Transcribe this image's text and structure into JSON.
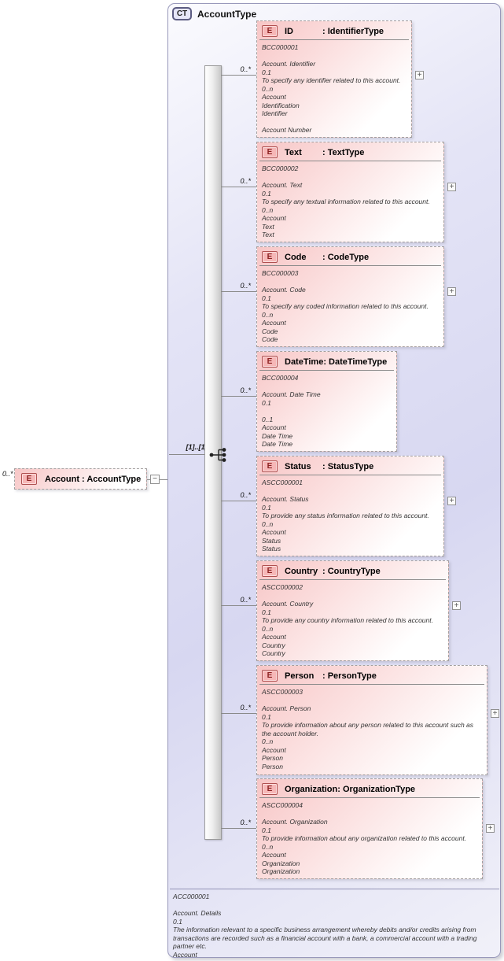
{
  "complex_type": {
    "badge": "CT",
    "name": "AccountType",
    "particle_cardinality": "[1]..[1]",
    "model_group": "sequence"
  },
  "root_element": {
    "cardinality": "0..*",
    "icon": "E",
    "label": "Account : AccountType",
    "collapse_toggle": "−"
  },
  "elements": [
    {
      "icon": "E",
      "name": "ID",
      "type": ": IdentifierType",
      "cardinality": "0..*",
      "expand": "+",
      "annotation": [
        "BCC000001",
        "",
        "Account. Identifier",
        "0.1",
        "To specify any identifier related to this account.",
        "0..n",
        "Account",
        "Identification",
        "Identifier",
        "",
        "Account Number"
      ]
    },
    {
      "icon": "E",
      "name": "Text",
      "type": ": TextType",
      "cardinality": "0..*",
      "expand": "+",
      "annotation": [
        "BCC000002",
        "",
        "Account. Text",
        "0.1",
        "To specify any textual information related to this account.",
        "0..n",
        "Account",
        "Text",
        "Text"
      ]
    },
    {
      "icon": "E",
      "name": "Code",
      "type": ": CodeType",
      "cardinality": "0..*",
      "expand": "+",
      "annotation": [
        "BCC000003",
        "",
        "Account. Code",
        "0.1",
        "To specify any coded information related to this account.",
        "0..n",
        "Account",
        "Code",
        "Code"
      ]
    },
    {
      "icon": "E",
      "name": "DateTime",
      "type": ": DateTimeType",
      "cardinality": "0..*",
      "annotation": [
        "BCC000004",
        "",
        "Account. Date Time",
        "0.1",
        "",
        "0..1",
        "Account",
        "Date Time",
        "Date Time"
      ]
    },
    {
      "icon": "E",
      "name": "Status",
      "type": ": StatusType",
      "cardinality": "0..*",
      "expand": "+",
      "annotation": [
        "ASCC000001",
        "",
        "Account. Status",
        "0.1",
        "To provide any status information related to this account.",
        "0..n",
        "Account",
        "Status",
        "Status"
      ]
    },
    {
      "icon": "E",
      "name": "Country",
      "type": ": CountryType",
      "cardinality": "0..*",
      "expand": "+",
      "annotation": [
        "ASCC000002",
        "",
        "Account. Country",
        "0.1",
        "To provide any country information related to this account.",
        "0..n",
        "Account",
        "Country",
        "Country"
      ]
    },
    {
      "icon": "E",
      "name": "Person",
      "type": ": PersonType",
      "cardinality": "0..*",
      "expand": "+",
      "annotation": [
        "ASCC000003",
        "",
        "Account. Person",
        "0.1",
        "To provide information about any person related to this account such as the account holder.",
        "0..n",
        "Account",
        "Person",
        "Person"
      ]
    },
    {
      "icon": "E",
      "name": "Organization",
      "type": ": OrganizationType",
      "cardinality": "0..*",
      "expand": "+",
      "annotation": [
        "ASCC000004",
        "",
        "Account. Organization",
        "0.1",
        "To provide information about any organization related to this account.",
        "0..n",
        "Account",
        "Organization",
        "Organization"
      ]
    }
  ],
  "footer": {
    "annotation": [
      "ACC000001",
      "",
      "Account. Details",
      "0.1",
      "The information relevant to a specific business arrangement whereby debits and/or credits arising from transactions are recorded such as a financial account with a bank, a commercial account with a trading partner etc.",
      "Account"
    ]
  },
  "colors": {
    "container_fill": "#d7d7f1",
    "element_fill_top": "#f7c6c6",
    "element_icon_fill": "#f6b7b7",
    "element_icon_border": "#b05050",
    "element_icon_text": "#8b2020",
    "connector": "#8a8a8a"
  }
}
